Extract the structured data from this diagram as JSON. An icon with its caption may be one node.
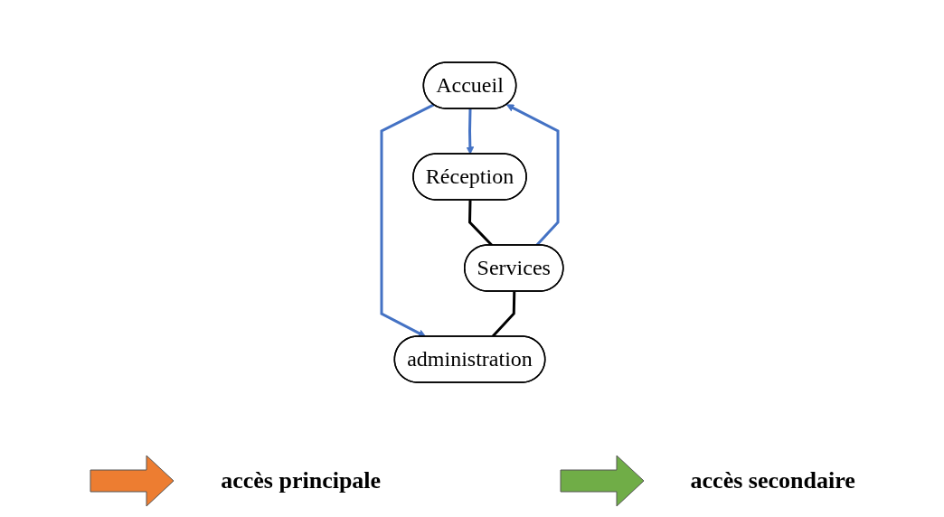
{
  "diagram": {
    "nodes": [
      {
        "text": [
          "Accueil"
        ]
      },
      {
        "text": [
          "Réception"
        ]
      },
      {
        "text": [
          "administration"
        ]
      },
      {
        "text": [
          "Services"
        ]
      }
    ],
    "edges": [
      {
        "from": 0,
        "to": 1,
        "arrow": "to"
      },
      {
        "from": 0,
        "to": 2,
        "arrow": "to"
      },
      {
        "from": 3,
        "to": 0,
        "arrow": "to"
      },
      {
        "from": 1,
        "to": 3,
        "arrow": "none",
        "color": "#000000"
      },
      {
        "from": 3,
        "to": 2,
        "arrow": "none",
        "color": "#000000"
      }
    ],
    "legend": [
      {
        "text": "accès principale",
        "color": "#ed7d31"
      },
      {
        "text": "accès secondaire",
        "color": "#70ad47"
      }
    ]
  }
}
